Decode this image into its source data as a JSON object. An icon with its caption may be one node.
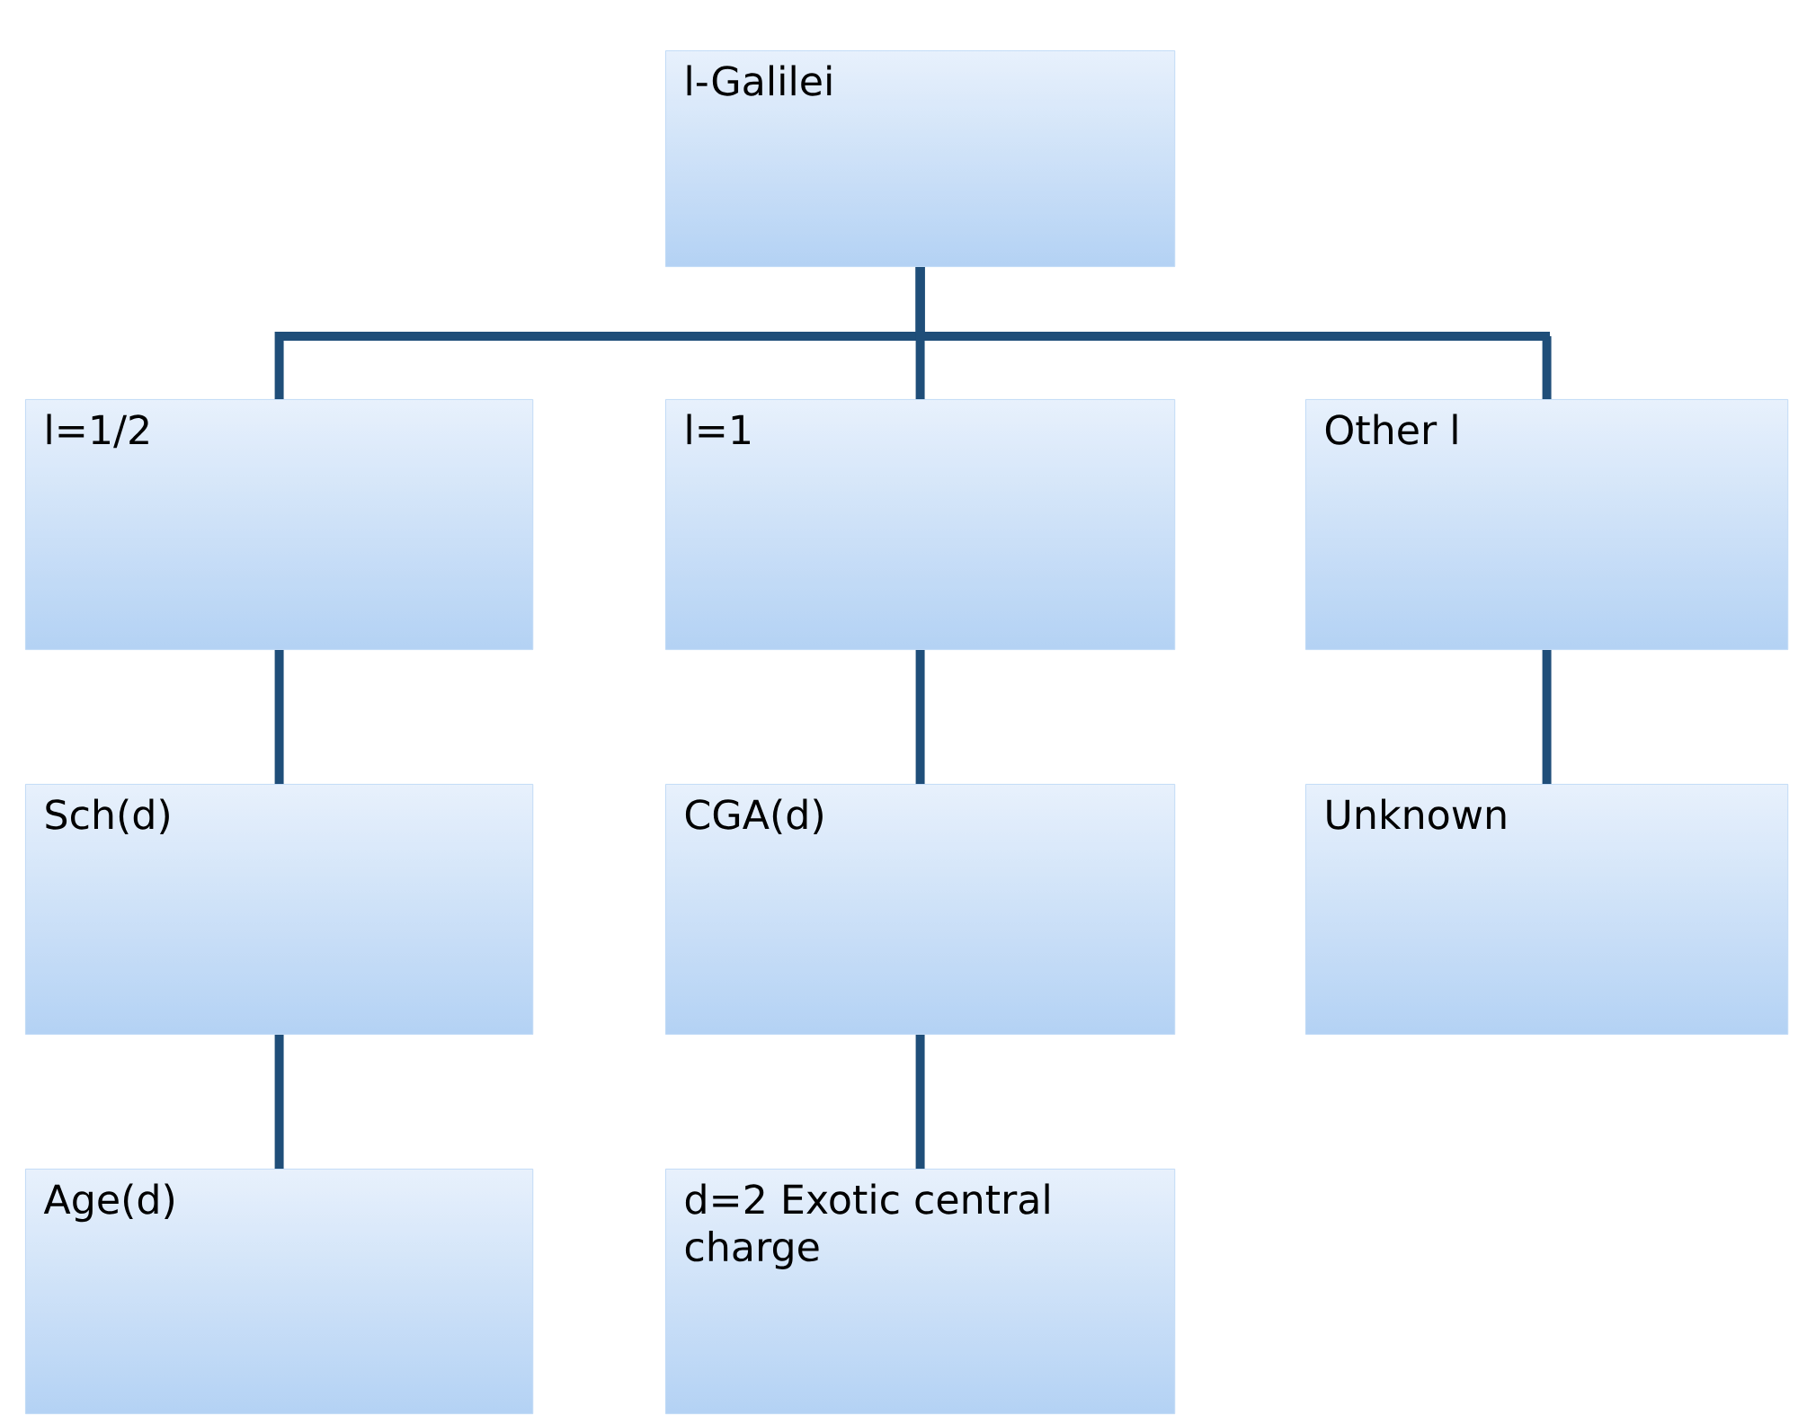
{
  "diagram": {
    "nodes": [
      {
        "text": [
          "l-Galilei"
        ]
      },
      {
        "text": [
          "l=1/2"
        ]
      },
      {
        "text": [
          "l=1"
        ]
      },
      {
        "text": [
          "Other l"
        ]
      },
      {
        "text": [
          "Sch(d)"
        ]
      },
      {
        "text": [
          "CGA(d)"
        ]
      },
      {
        "text": [
          "Unknown"
        ]
      },
      {
        "text": [
          "Age(d)"
        ]
      },
      {
        "text": [
          "d=2 Exotic central charge"
        ]
      }
    ],
    "edges": [
      {
        "from": 0,
        "to": 1,
        "arrow": "none"
      },
      {
        "from": 0,
        "to": 2,
        "arrow": "none"
      },
      {
        "from": 0,
        "to": 3,
        "arrow": "none"
      },
      {
        "from": 1,
        "to": 4,
        "arrow": "none"
      },
      {
        "from": 2,
        "to": 5,
        "arrow": "none"
      },
      {
        "from": 3,
        "to": 6,
        "arrow": "none"
      },
      {
        "from": 4,
        "to": 7,
        "arrow": "none"
      },
      {
        "from": 5,
        "to": 8,
        "arrow": "none"
      }
    ]
  }
}
